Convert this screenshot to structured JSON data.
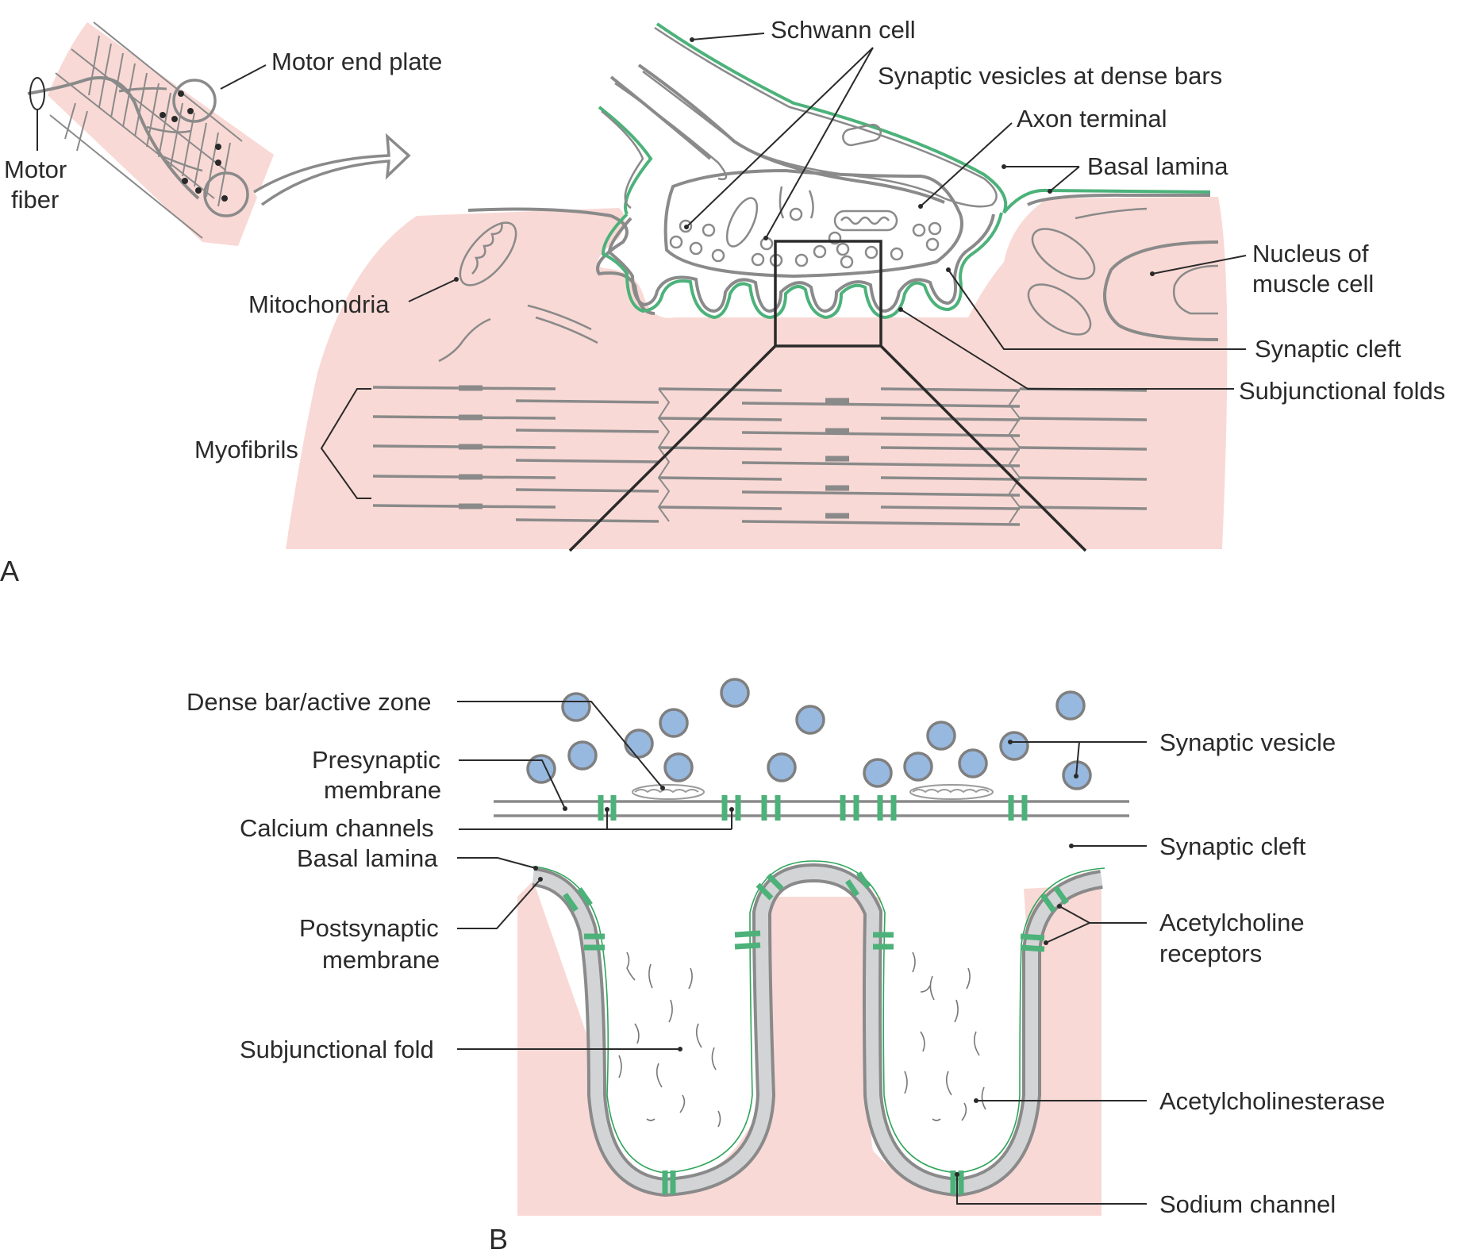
{
  "figure": {
    "panel_a": {
      "letter": "A",
      "labels": {
        "motor_end_plate": "Motor end plate",
        "motor_fiber_line1": "Motor",
        "motor_fiber_line2": "fiber",
        "schwann_cell": "Schwann cell",
        "synaptic_vesicles": "Synaptic vesicles at dense bars",
        "axon_terminal": "Axon terminal",
        "basal_lamina": "Basal lamina",
        "nucleus_line1": "Nucleus of",
        "nucleus_line2": "muscle cell",
        "mitochondria": "Mitochondria",
        "synaptic_cleft": "Synaptic cleft",
        "subjunctional_folds": "Subjunctional folds",
        "myofibrils": "Myofibrils"
      }
    },
    "panel_b": {
      "letter": "B",
      "labels": {
        "dense_bar": "Dense bar/active zone",
        "presynaptic_line1": "Presynaptic",
        "presynaptic_line2": "membrane",
        "calcium_channels": "Calcium channels",
        "basal_lamina": "Basal lamina",
        "postsynaptic_line1": "Postsynaptic",
        "postsynaptic_line2": "membrane",
        "subjunctional_fold": "Subjunctional fold",
        "synaptic_vesicle": "Synaptic vesicle",
        "synaptic_cleft": "Synaptic cleft",
        "ach_receptors_line1": "Acetylcholine",
        "ach_receptors_line2": "receptors",
        "acetylcholinesterase": "Acetylcholinesterase",
        "sodium_channel": "Sodium channel"
      }
    },
    "colors": {
      "muscle": "#f9d9d5",
      "basal_lamina": "#4cb27a",
      "membrane": "#8a8a8a",
      "vesicle": "#97b8df",
      "text": "#2a2a2a"
    }
  }
}
